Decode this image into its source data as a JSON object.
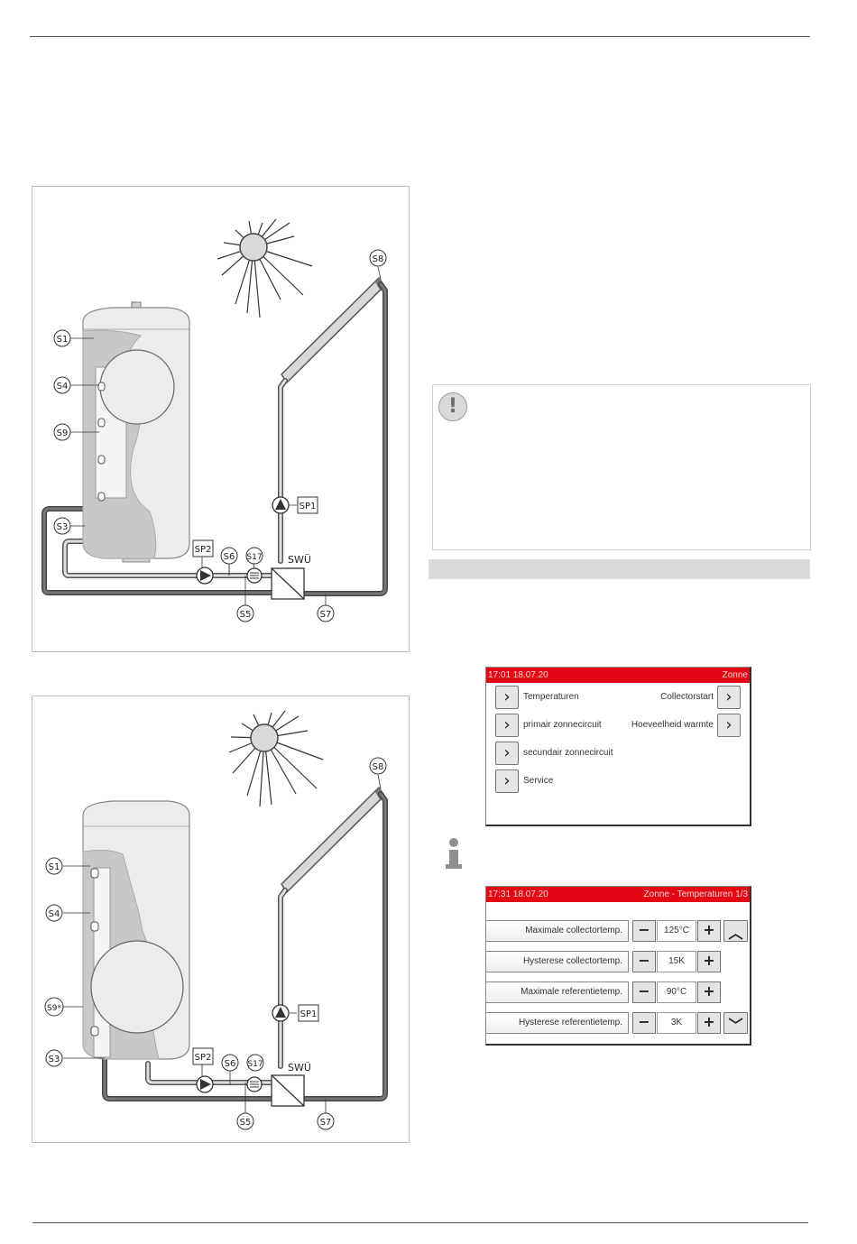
{
  "diagram_labels": {
    "s1": "S1",
    "s3": "S3",
    "s4": "S4",
    "s5": "S5",
    "s6": "S6",
    "s7": "S7",
    "s8": "S8",
    "s9": "S9",
    "s9star": "S9*",
    "s17": "S17",
    "sp1": "SP1",
    "sp2": "SP2",
    "swu": "SWÜ"
  },
  "screen1": {
    "time": "17:01 18.07.20",
    "title": "Zonne",
    "items": [
      {
        "label": "Temperaturen",
        "icon": "chevron-right-icon"
      },
      {
        "label": "primair zonnecircuit",
        "icon": "chevron-right-icon"
      },
      {
        "label": "secundair zonnecircuit",
        "icon": "chevron-right-icon"
      },
      {
        "label": "Service",
        "icon": "chevron-right-icon"
      }
    ],
    "right_items": [
      {
        "label": "Collectorstart",
        "icon": "chevron-right-icon"
      },
      {
        "label": "Hoeveelheid warmte",
        "icon": "chevron-right-icon"
      }
    ]
  },
  "screen2": {
    "time": "17:31 18.07.20",
    "title": "Zonne - Temperaturen 1/3",
    "rows": [
      {
        "label": "Maximale collectortemp.",
        "value": "125°C"
      },
      {
        "label": "Hysterese collectortemp.",
        "value": "15K"
      },
      {
        "label": "Maximale referentietemp.",
        "value": "90°C"
      },
      {
        "label": "Hysterese referentietemp.",
        "value": "3K"
      }
    ],
    "minus": "−",
    "plus": "+"
  },
  "colors": {
    "header_red": "#e30613",
    "pipe_dark": "#5a5a5a",
    "tank_grey": "#e6e6e6"
  }
}
